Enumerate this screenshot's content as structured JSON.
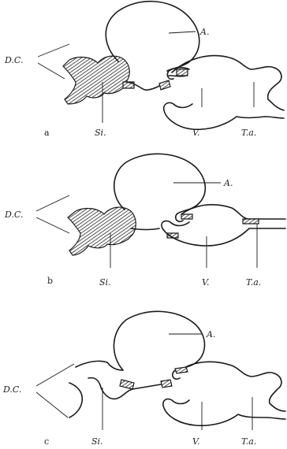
{
  "figure": {
    "panels": [
      {
        "id": "a",
        "letter": "a",
        "labels": {
          "atrium": "A.",
          "ductus": "D.C.",
          "sinus": "Si.",
          "ventricle": "V.",
          "truncus": "T.a."
        }
      },
      {
        "id": "b",
        "letter": "b",
        "labels": {
          "atrium": "A.",
          "ductus": "D.C.",
          "sinus": "Si.",
          "ventricle": "V.",
          "truncus": "T.a."
        }
      },
      {
        "id": "c",
        "letter": "c",
        "labels": {
          "atrium": "A.",
          "ductus": "D.C.",
          "sinus": "Si.",
          "ventricle": "V.",
          "truncus": "T.a."
        }
      }
    ]
  }
}
